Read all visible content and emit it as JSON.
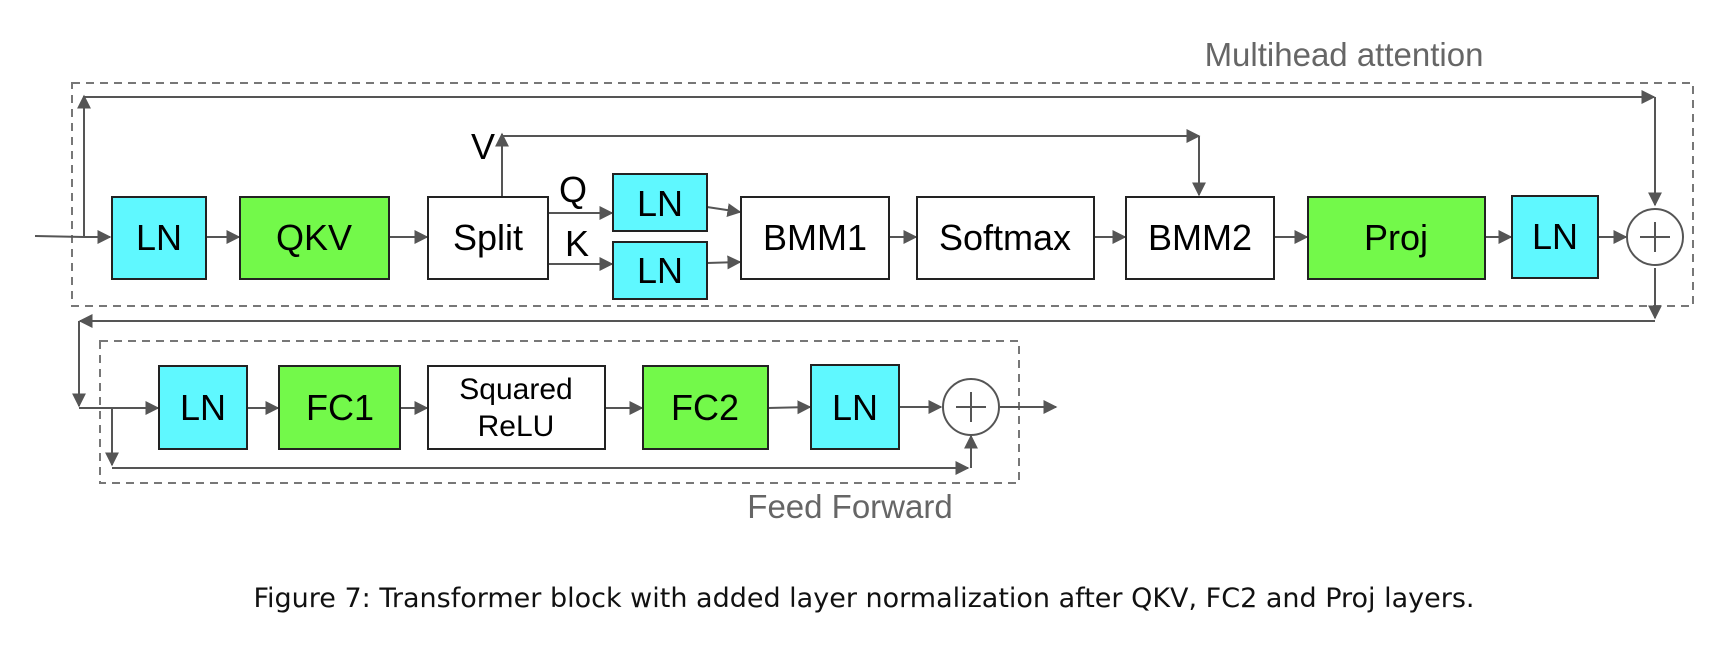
{
  "groups": {
    "attention": "Multihead attention",
    "feedforward": "Feed Forward"
  },
  "colors": {
    "ln": "#5ff8ff",
    "linear": "#73f94a",
    "plain": "#ffffff",
    "stroke": "#555555",
    "group_label": "#666666"
  },
  "attention_blocks": {
    "ln_in": "LN",
    "qkv": "QKV",
    "split": "Split",
    "ln_q": "LN",
    "ln_k": "LN",
    "bmm1": "BMM1",
    "softmax": "Softmax",
    "bmm2": "BMM2",
    "proj": "Proj",
    "ln_out": "LN"
  },
  "branch_labels": {
    "v": "V",
    "q": "Q",
    "k": "K"
  },
  "ff_blocks": {
    "ln_in": "LN",
    "fc1": "FC1",
    "squared_relu_line1": "Squared",
    "squared_relu_line2": "ReLU",
    "fc2": "FC2",
    "ln_out": "LN"
  },
  "caption": "Figure 7: Transformer block with added layer normalization after QKV, FC2 and Proj layers."
}
